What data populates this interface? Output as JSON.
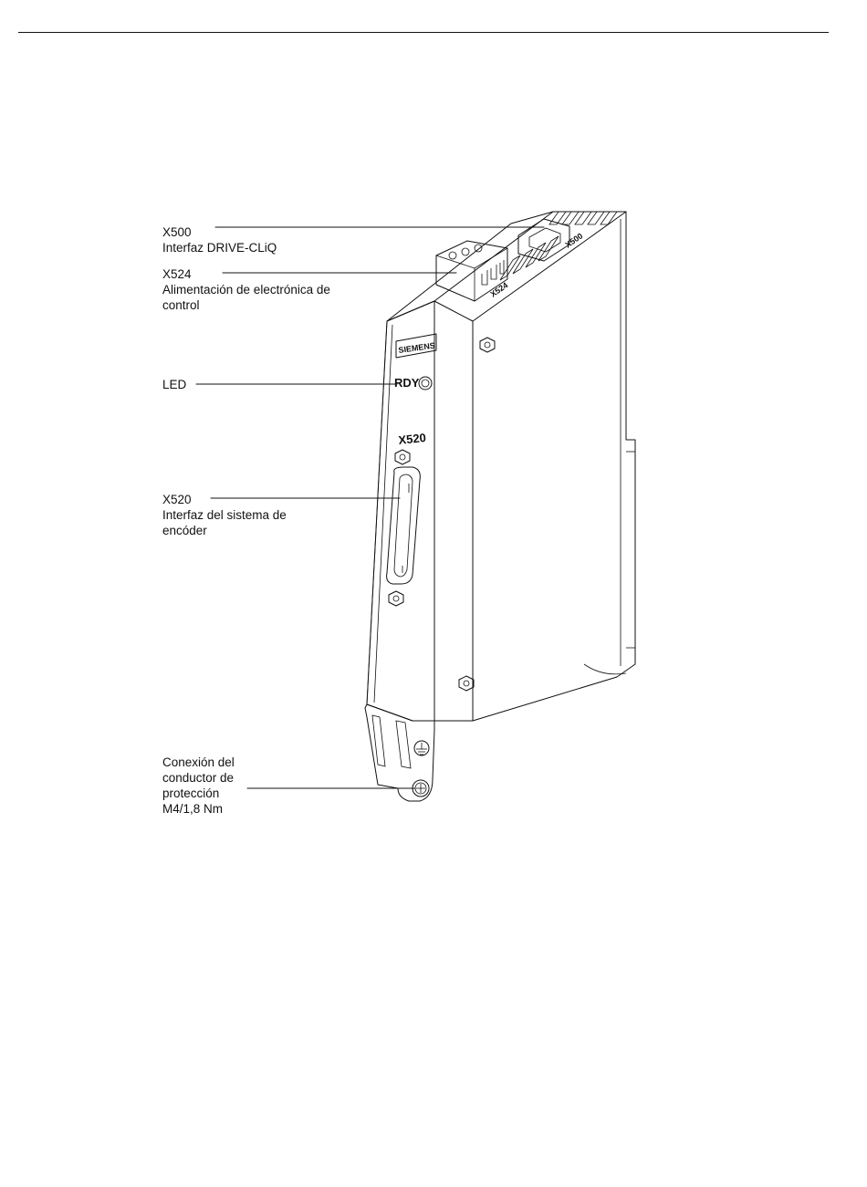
{
  "callouts": {
    "x500": {
      "code": "X500",
      "description": "Interfaz DRIVE-CLiQ"
    },
    "x524": {
      "code": "X524",
      "description_line1": "Alimentación de electrónica de",
      "description_line2": "control"
    },
    "led": {
      "code": "LED"
    },
    "x520": {
      "code": "X520",
      "description_line1": "Interfaz del sistema de",
      "description_line2": "encóder"
    },
    "ground": {
      "line1": "Conexión del",
      "line2": "conductor de",
      "line3": "protección",
      "line4": "M4/1,8 Nm"
    }
  },
  "device": {
    "brand": "SIEMENS",
    "rdy_label": "RDY",
    "front_port_label": "X520",
    "top_port_x524_label": "X524",
    "top_port_x500_label": "X500"
  },
  "colors": {
    "ink": "#111111",
    "background": "#ffffff"
  }
}
